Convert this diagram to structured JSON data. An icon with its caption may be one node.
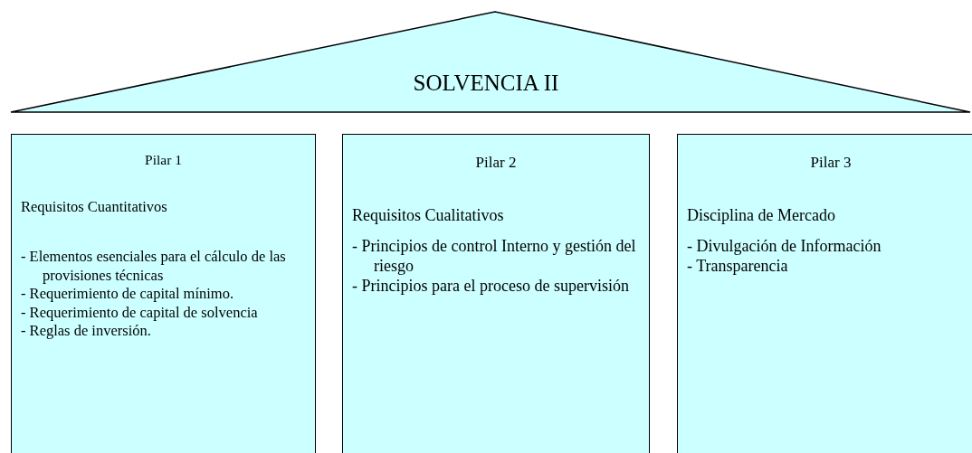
{
  "diagram": {
    "nodes": [
      {
        "text": [
          "SOLVENCIA II"
        ]
      },
      {
        "text": [
          "Pilar 1",
          "Requisitos Cuantitativos",
          "- Elementos esenciales para el cálculo de las provisiones técnicas",
          "- Requerimiento de capital mínimo.",
          "- Requerimiento de capital de solvencia",
          "- Reglas de inversión."
        ]
      },
      {
        "text": [
          "Pilar 2",
          "Requisitos Cualitativos",
          "- Principios de control Interno y gestión del riesgo",
          "- Principios para el proceso de supervisión"
        ]
      },
      {
        "text": [
          "Pilar 3",
          "Disciplina de Mercado",
          "- Divulgación de Información",
          "- Transparencia"
        ]
      }
    ],
    "edges": []
  }
}
